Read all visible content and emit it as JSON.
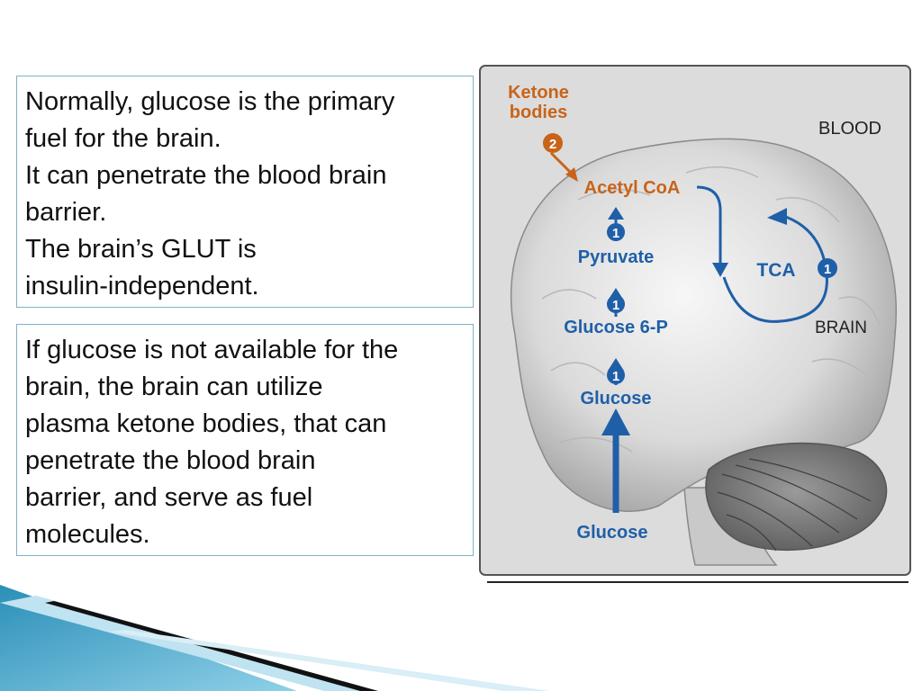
{
  "slide": {
    "box1": {
      "lines": [
        "Normally, glucose is the primary",
        "fuel for the brain.",
        "It can penetrate the blood brain",
        "barrier.",
        "The brain’s GLUT is",
        "insulin-independent."
      ]
    },
    "box2": {
      "lines": [
        "If glucose is not available for the",
        "brain, the brain can utilize",
        "plasma ketone bodies, that can",
        "penetrate the blood brain",
        "barrier, and serve as fuel",
        "molecules."
      ]
    }
  },
  "diagram": {
    "ketone_line1": "Ketone",
    "ketone_line2": "bodies",
    "ketone_step": "2",
    "blood_label": "BLOOD",
    "brain_label": "BRAIN",
    "acetyl_coa": "Acetyl CoA",
    "pyruvate": "Pyruvate",
    "glucose_6p": "Glucose 6-P",
    "glucose_inside": "Glucose",
    "glucose_blood": "Glucose",
    "tca": "TCA",
    "step_1a": "1",
    "step_1b": "1",
    "step_1c": "1",
    "step_1d": "1",
    "colors": {
      "pathway_blue": "#1f5fa8",
      "ketone_orange": "#c8641a",
      "brain_gray": "#d4d4d4",
      "panel_bg": "#dcdcdc"
    }
  }
}
